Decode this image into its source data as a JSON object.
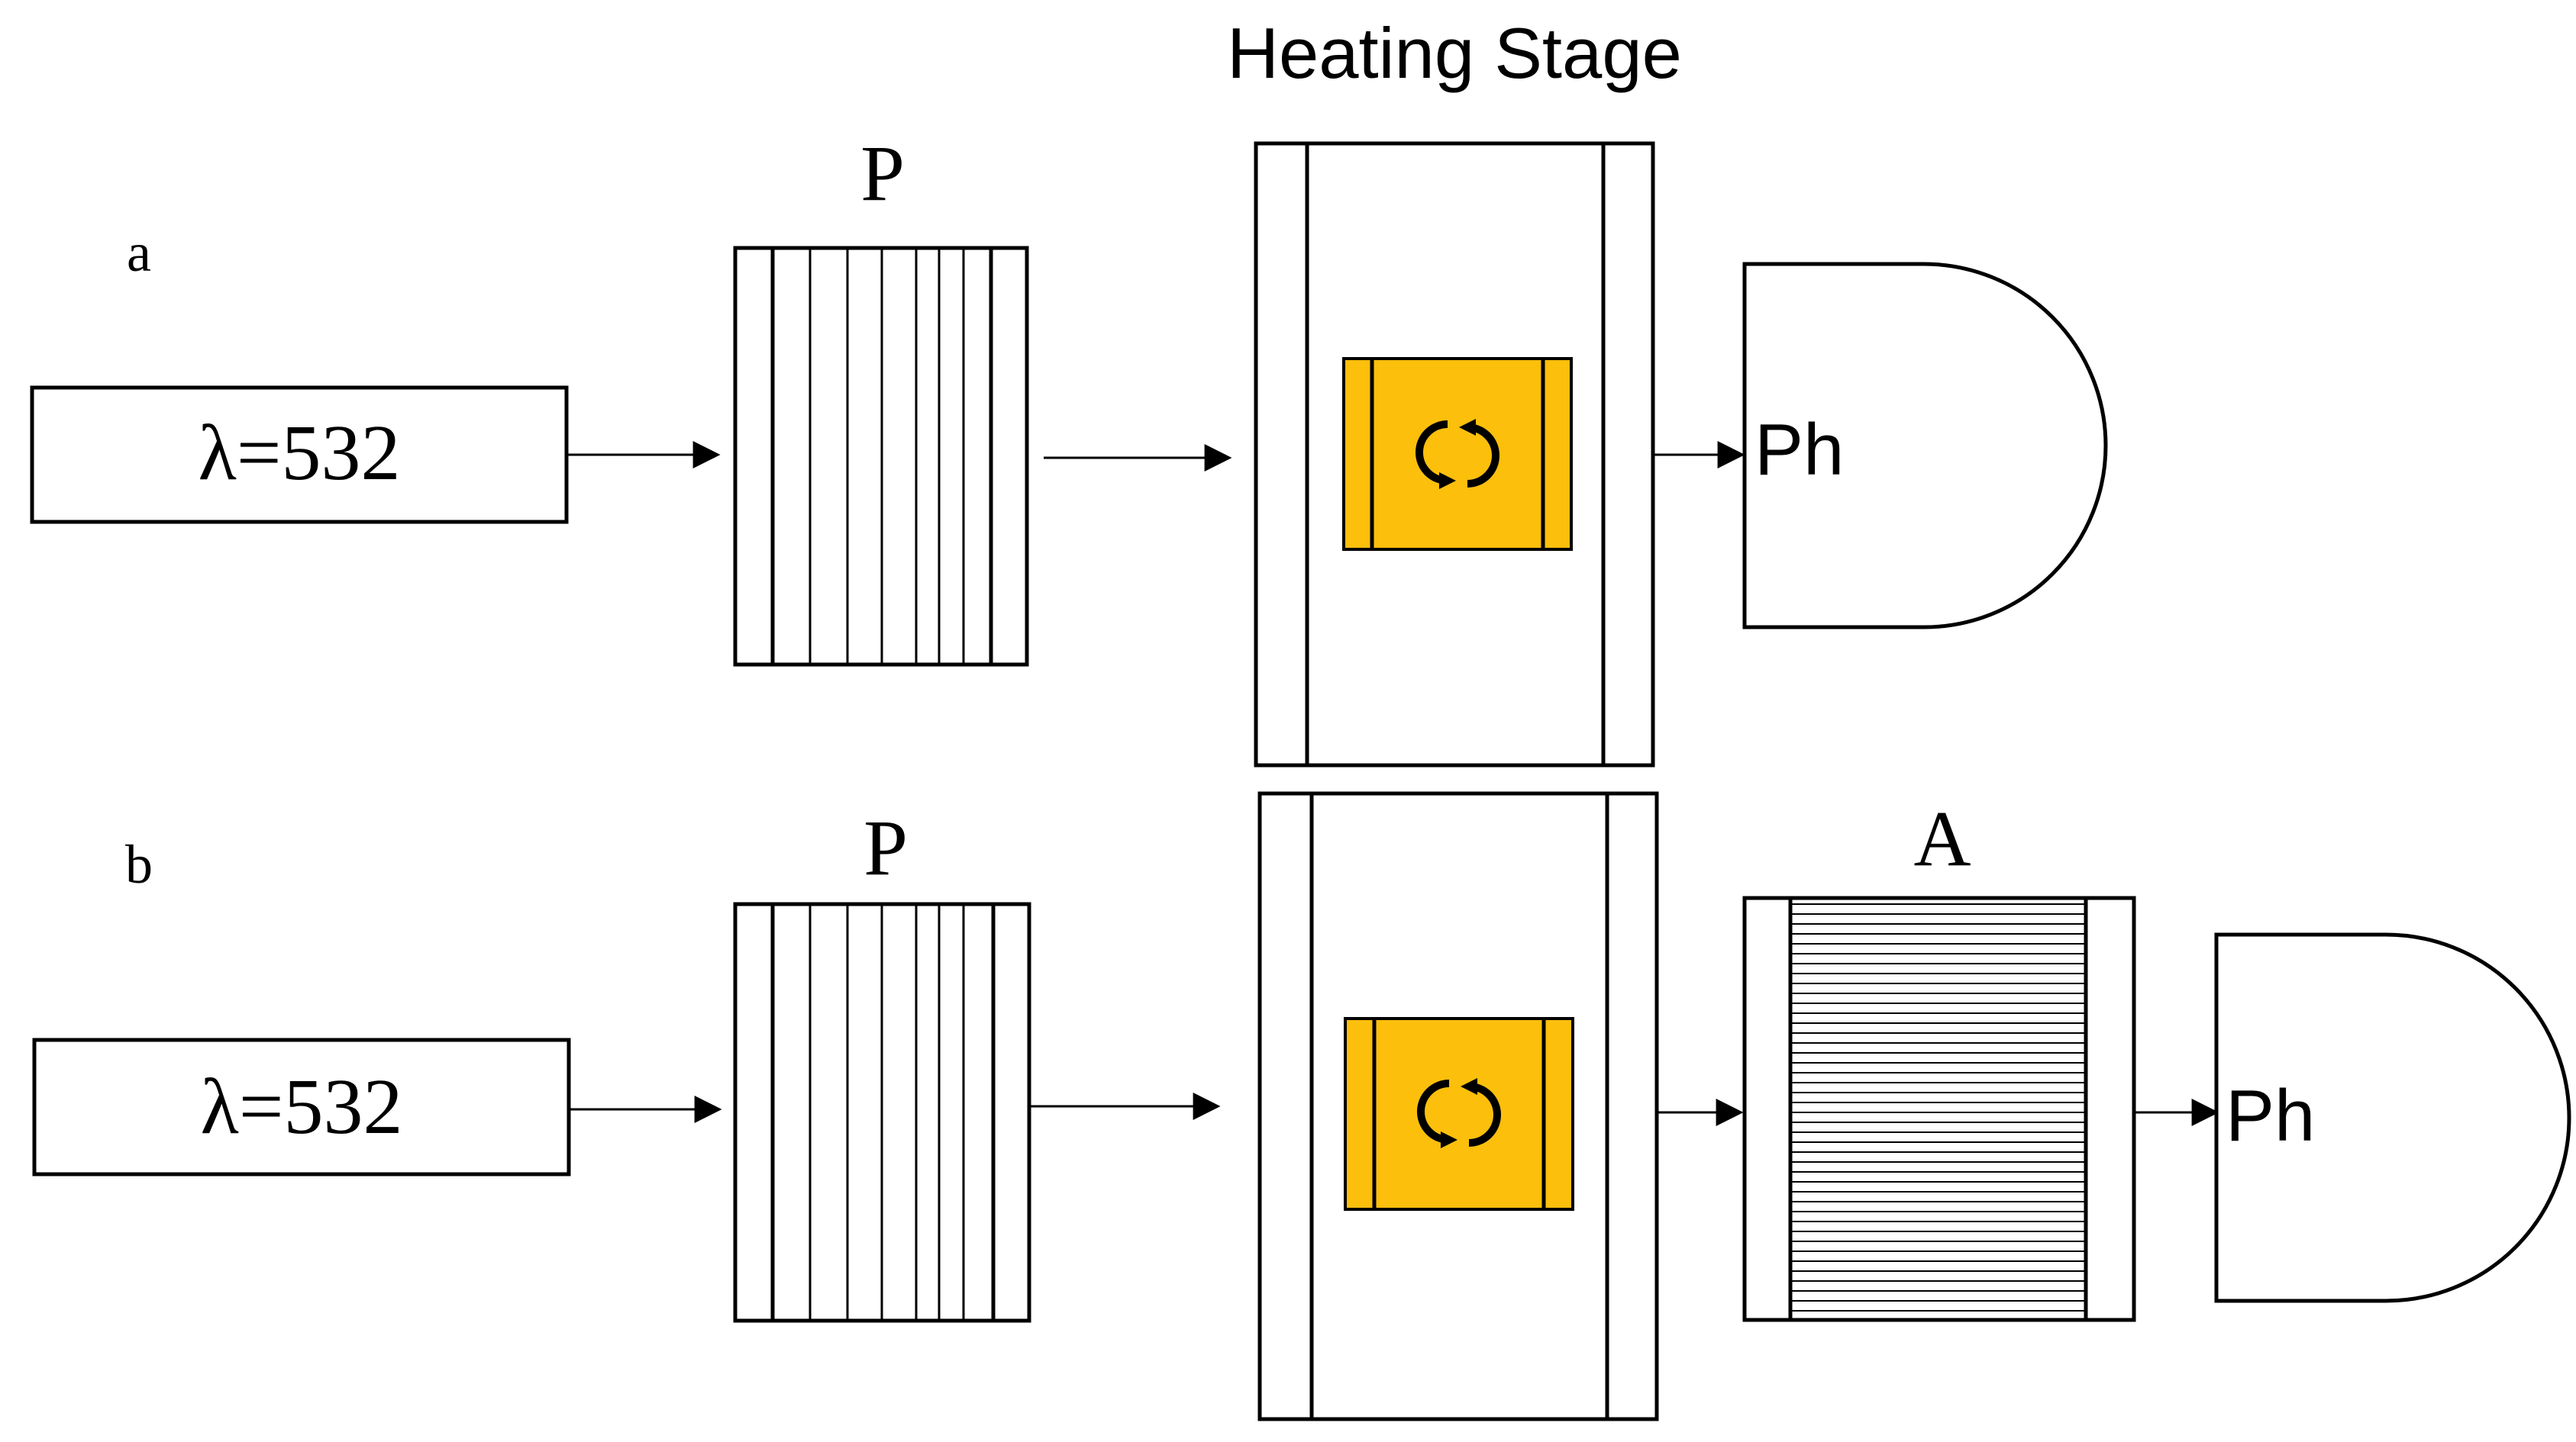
{
  "diagram": {
    "stage_title": "Heating Stage",
    "panels": [
      {
        "label": "a",
        "laser": "λ=532",
        "polarizer": "P",
        "photodetector": "Ph"
      },
      {
        "label": "b",
        "laser": "λ=532",
        "polarizer": "P",
        "analyzer": "A",
        "photodetector": "Ph"
      }
    ],
    "colors": {
      "sample": "#fbbf0c",
      "stroke": "#000000",
      "background": "#ffffff"
    },
    "icons": {
      "sample_rotation": "rotate-arrows-icon"
    }
  }
}
